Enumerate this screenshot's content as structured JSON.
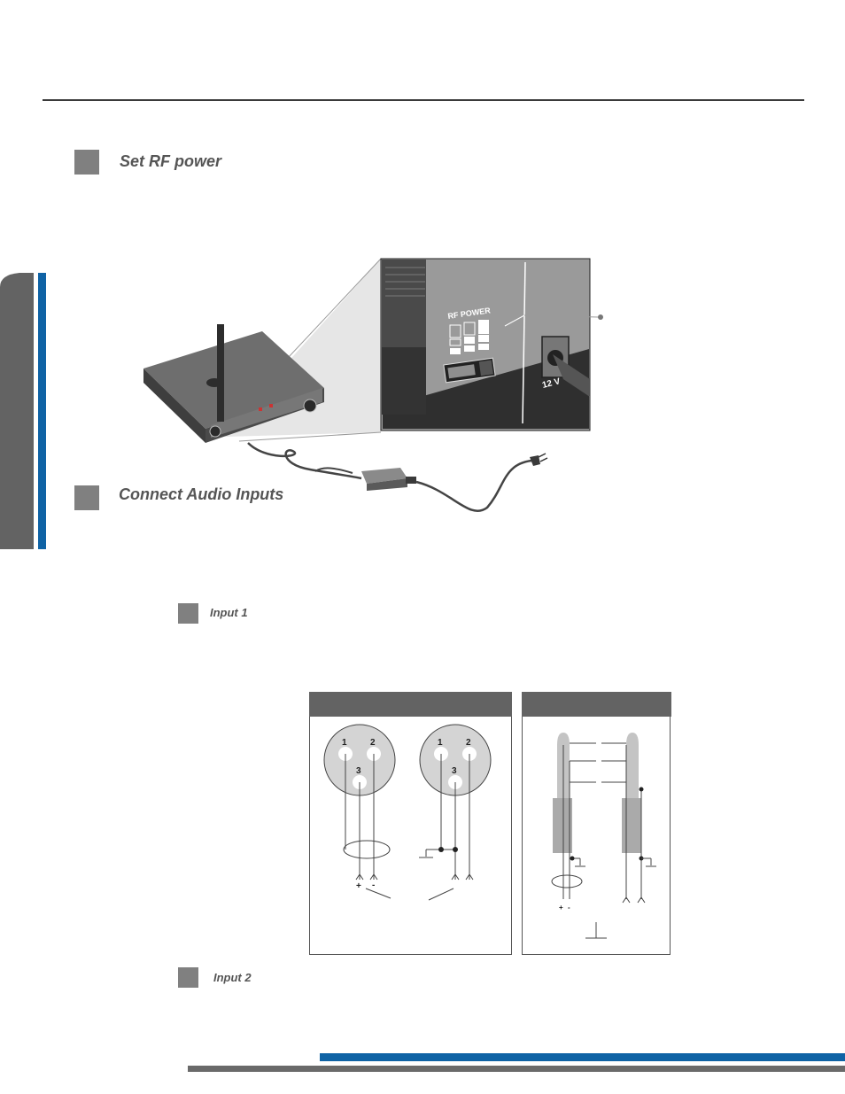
{
  "sections": {
    "rf_power": {
      "title": "Set RF power"
    },
    "audio_inputs": {
      "title": "Connect Audio Inputs"
    }
  },
  "subsections": {
    "input1": {
      "title": "Input 1"
    },
    "input2": {
      "title": "Input 2"
    }
  },
  "rf_panel": {
    "label": "RF POWER",
    "dc_label": "12 V"
  },
  "xlr_pins": {
    "pin1": "1",
    "pin2": "2",
    "pin3": "3"
  },
  "polarity": {
    "plus": "+",
    "minus": "-"
  },
  "colors": {
    "accent_blue": "#0f63a5",
    "step_gray": "#808080",
    "panel_gray": "#636363"
  }
}
